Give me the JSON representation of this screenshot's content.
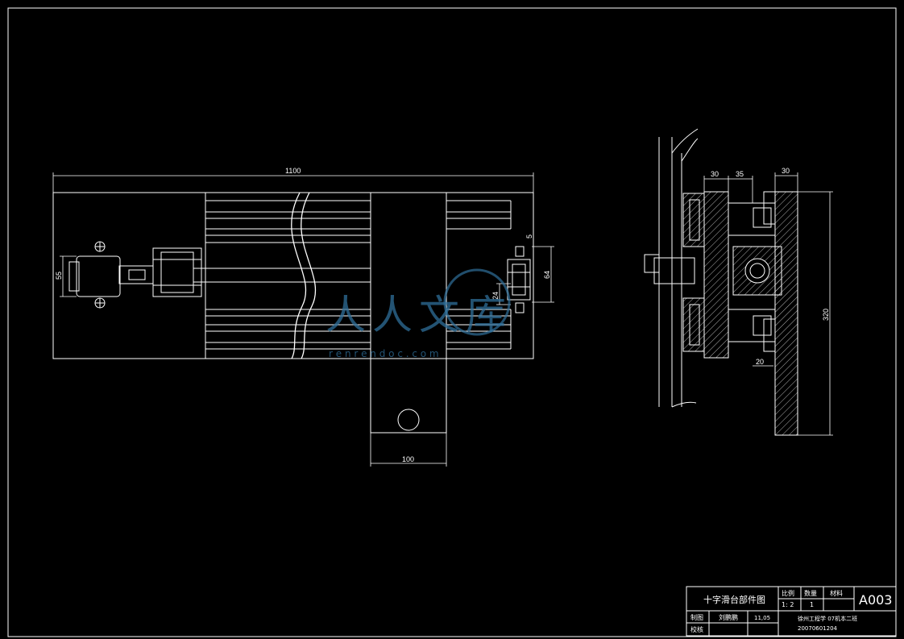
{
  "drawing": {
    "dimensions": {
      "overall_length": "1100",
      "slide_width": "100",
      "motor_height": "55",
      "bearing_span": "64",
      "bearing_offset": "24",
      "small_gap": "5",
      "side_w1": "30",
      "side_w2": "35",
      "side_w3": "30",
      "side_height": "320",
      "side_bottom": "20"
    }
  },
  "title_block": {
    "title": "十字滑台部件图",
    "ratio_label": "比例",
    "ratio_value": "1: 2",
    "qty_label": "数量",
    "qty_value": "1",
    "material_label": "材料",
    "drawing_no": "A003",
    "drafter_label": "制图",
    "drafter_name": "刘鹏鹏",
    "date": "11,05",
    "checker_label": "校核",
    "school": "徐州工程学 07机本二班",
    "student_id": "20070601204"
  },
  "watermark": {
    "chars": "人人文库",
    "url": "r e n r e n d o c . c o m"
  },
  "colors": {
    "line": "#ffffff",
    "background": "#000000",
    "watermark": "#2f6f9a"
  }
}
